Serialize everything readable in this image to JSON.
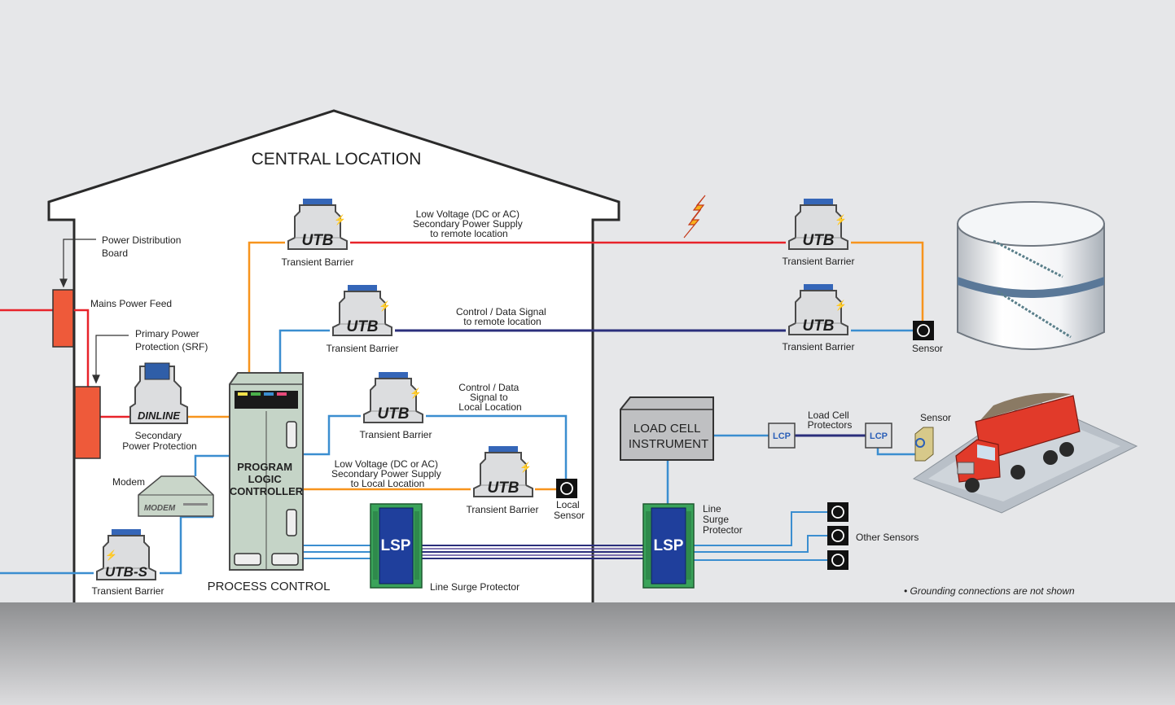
{
  "building": {
    "title": "CENTRAL LOCATION",
    "process_control": "PROCESS CONTROL"
  },
  "labels": {
    "power_distribution": [
      "Power Distribution",
      "Board"
    ],
    "mains_feed": "Mains Power Feed",
    "primary_protection": [
      "Primary Power",
      "Protection (SRF)"
    ],
    "secondary_protection": [
      "Secondary",
      "Power Protection"
    ],
    "modem_label": "Modem",
    "utb_s_label": "Transient Barrier",
    "plc": [
      "PROGRAM",
      "LOGIC",
      "CONTROLLER"
    ],
    "tb1": "Transient Barrier",
    "tb2": "Transient Barrier",
    "tb3": "Transient Barrier",
    "tb4": "Transient Barrier",
    "tb_remote1": "Transient Barrier",
    "tb_remote2": "Transient Barrier",
    "lv_remote": [
      "Low Voltage (DC or AC)",
      "Secondary Power Supply",
      "to remote location"
    ],
    "ctrl_remote": [
      "Control / Data Signal",
      "to remote location"
    ],
    "ctrl_local": [
      "Control / Data",
      "Signal to",
      "Local Location"
    ],
    "lv_local": [
      "Low Voltage (DC or AC)",
      "Secondary Power Supply",
      "to Local Location"
    ],
    "local_sensor": [
      "Local",
      "Sensor"
    ],
    "lsp_label": "Line Surge Protector",
    "line_surge": [
      "Line",
      "Surge",
      "Protector"
    ],
    "load_cell": [
      "LOAD CELL",
      "INSTRUMENT"
    ],
    "load_cell_protectors": [
      "Load Cell",
      "Protectors"
    ],
    "sensor_tank": "Sensor",
    "sensor_truck": "Sensor",
    "other_sensors": "Other Sensors",
    "note": "• Grounding connections are not shown"
  },
  "device_text": {
    "utb": "UTB",
    "utb_s": "UTB-S",
    "dinline": "DINLINE",
    "modem": "MODEM",
    "lsp": "LSP",
    "lcp": "LCP"
  },
  "colors": {
    "power": "#e8232a",
    "low_voltage": "#f7941d",
    "signal": "#3b8ed0",
    "data": "#2b2f7c",
    "device_gray": "#d8d9db",
    "lsp_blue": "#1f3f9c",
    "lsp_green": "#3aa35a",
    "barrier_orange": "#ee5a3a"
  }
}
